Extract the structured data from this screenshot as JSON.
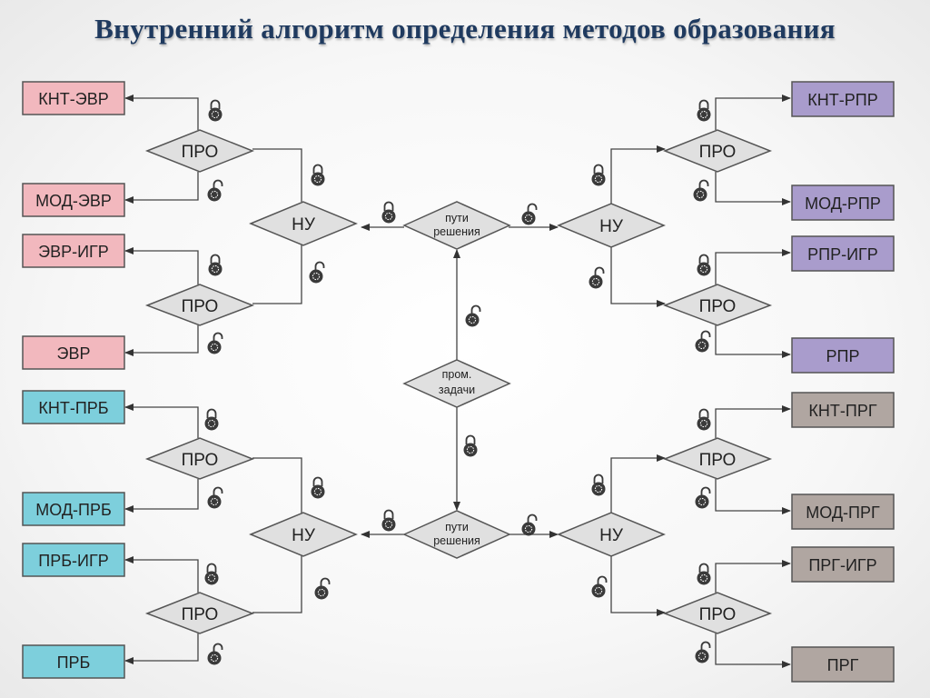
{
  "title": "Внутренний алгоритм определения методов образования",
  "colors": {
    "pink": "#f2b8be",
    "cyan": "#7dcfdc",
    "purple": "#a99ccc",
    "brown": "#b0a6a1",
    "diamond": "#e0e0e0",
    "title": "#1f3a5f"
  },
  "boxes": {
    "knt_evr": "КНТ-ЭВР",
    "mod_evr": "МОД-ЭВР",
    "evr_igr": "ЭВР-ИГР",
    "evr": "ЭВР",
    "knt_prb": "КНТ-ПРБ",
    "mod_prb": "МОД-ПРБ",
    "prb_igr": "ПРБ-ИГР",
    "prb": "ПРБ",
    "knt_rpr": "КНТ-РПР",
    "mod_rpr": "МОД-РПР",
    "rpr_igr": "РПР-ИГР",
    "rpr": "РПР",
    "knt_prg": "КНТ-ПРГ",
    "mod_prg": "МОД-ПРГ",
    "prg_igr": "ПРГ-ИГР",
    "prg": "ПРГ"
  },
  "diamonds": {
    "pro": "ПРО",
    "nu": "НУ",
    "paths_line1": "пути",
    "paths_line2": "решения",
    "task_line1": "пром.",
    "task_line2": "задачи"
  },
  "icons": {
    "lock_closed": "padlock-closed-icon",
    "lock_open": "padlock-open-icon"
  }
}
